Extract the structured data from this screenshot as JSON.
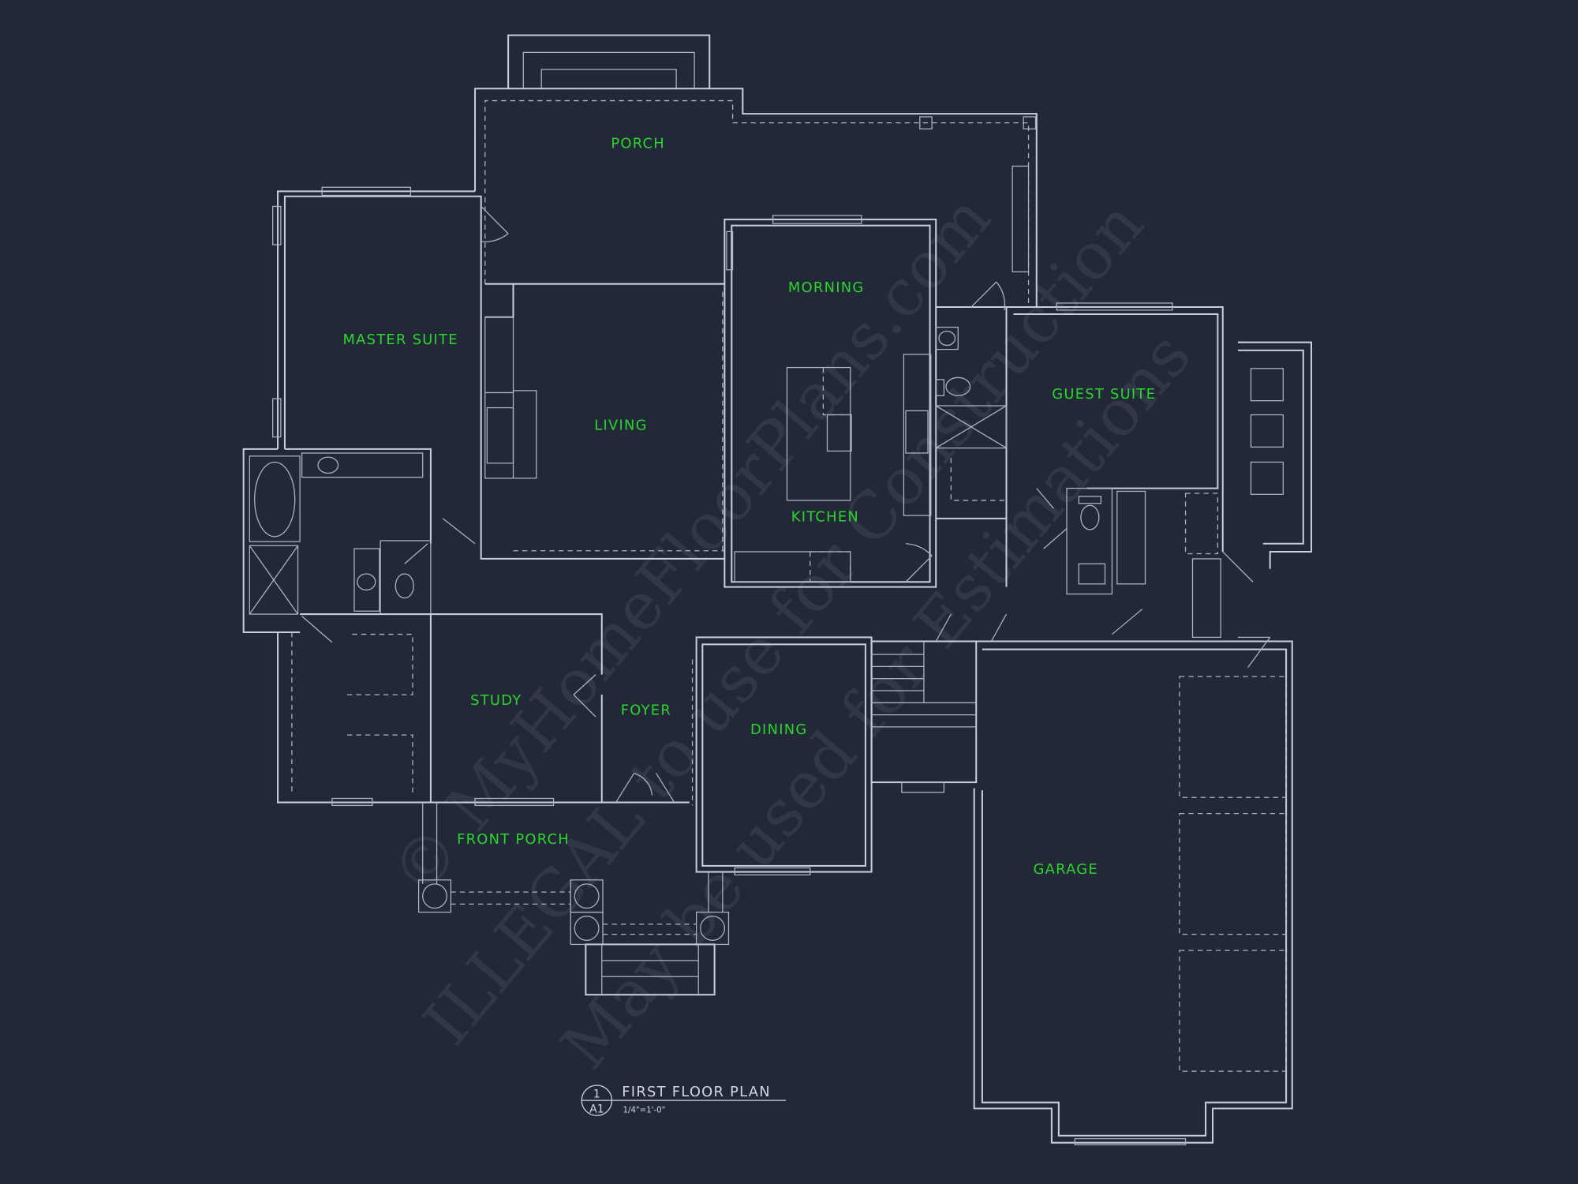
{
  "plan": {
    "title": "FIRST FLOOR PLAN",
    "scale": "1/4\"=1'-0\"",
    "detail_number": "1",
    "sheet": "A1"
  },
  "rooms": {
    "porch": "PORCH",
    "master_suite": "MASTER SUITE",
    "living": "LIVING",
    "morning": "MORNING",
    "kitchen": "KITCHEN",
    "guest_suite": "GUEST SUITE",
    "study": "STUDY",
    "foyer": "FOYER",
    "dining": "DINING",
    "front_porch": "FRONT PORCH",
    "garage": "GARAGE"
  },
  "watermark": {
    "line1": "© MyHomeFloorPlans.com",
    "line2": "ILLEGAL to use for Construction",
    "line3": "May be used for Estimations"
  },
  "colors": {
    "background": "#232839",
    "lines": "#c9cdd9",
    "labels": "#2bd62b"
  }
}
